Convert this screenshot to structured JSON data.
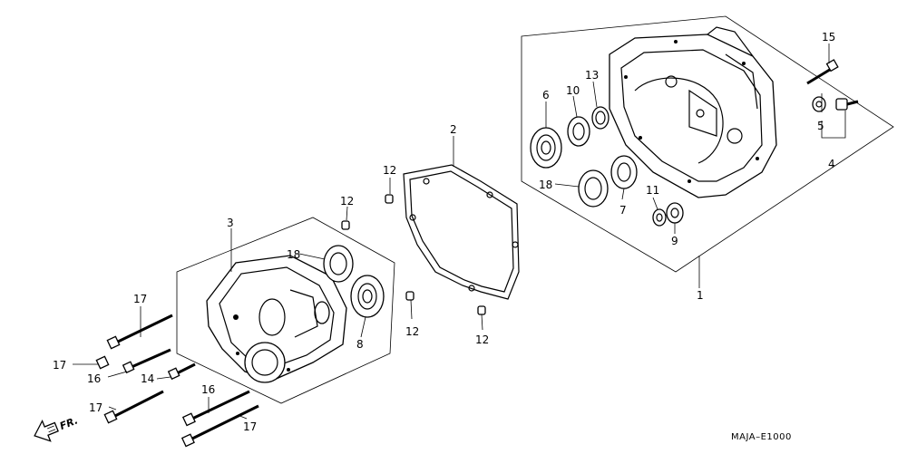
{
  "callouts": {
    "c1": "1",
    "c2": "2",
    "c3": "3",
    "c4": "4",
    "c5": "5",
    "c6": "6",
    "c7": "7",
    "c8": "8",
    "c9": "9",
    "c10": "10",
    "c11": "11",
    "c12a": "12",
    "c12b": "12",
    "c12c": "12",
    "c12d": "12",
    "c13": "13",
    "c14": "14",
    "c15": "15",
    "c16a": "16",
    "c16b": "16",
    "c17a": "17",
    "c17b": "17",
    "c17c": "17",
    "c17d": "17",
    "c18a": "18",
    "c18b": "18"
  },
  "direction_label": "FR.",
  "diagram_code": "MAJA–E1000"
}
